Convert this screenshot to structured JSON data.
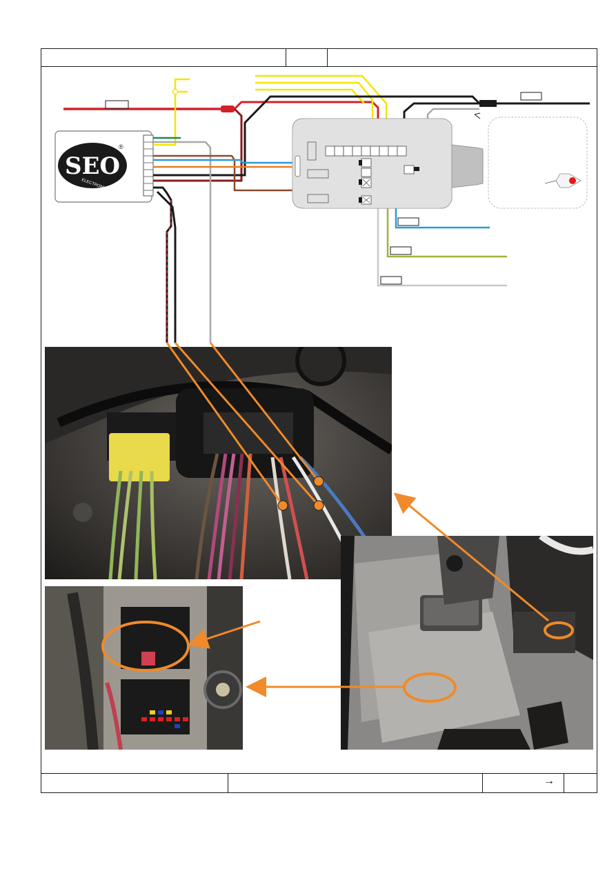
{
  "logo": {
    "text": "SEO",
    "subtext": "ELECTRONICS",
    "registered": "®"
  },
  "footer": {
    "arrow": "→"
  },
  "colors": {
    "red": "#d42027",
    "yellow": "#f4e600",
    "black": "#1a1a1a",
    "brown": "#8b4a2b",
    "orange": "#e87e25",
    "blue": "#2a9ad6",
    "green": "#1e8a4a",
    "grey": "#a8a8a8",
    "olive": "#9fb33a",
    "accent_orange": "#f08a2a"
  },
  "photos": {
    "connector_closeup": "connector-closeup-photo",
    "fuse_box": "fuse-box-photo",
    "dashboard": "dashboard-lower-panel-photo"
  }
}
